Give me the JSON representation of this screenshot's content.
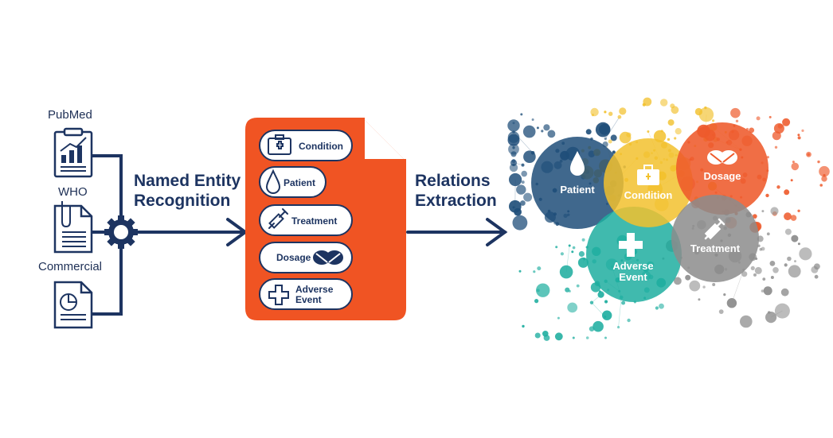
{
  "sources": [
    {
      "label": "PubMed",
      "icon": "report-chart-icon"
    },
    {
      "label": "WHO",
      "icon": "document-clip-icon"
    },
    {
      "label": "Commercial",
      "icon": "pie-report-icon"
    }
  ],
  "steps": {
    "ner": {
      "line1": "Named Entity",
      "line2": "Recognition"
    },
    "relations": {
      "line1": "Relations",
      "line2": "Extraction"
    }
  },
  "document_entities": [
    {
      "label": "Condition",
      "icon": "medical-kit-icon"
    },
    {
      "label": "Patient",
      "icon": "drop-icon"
    },
    {
      "label": "Treatment",
      "icon": "syringe-icon"
    },
    {
      "label": "Dosage",
      "icon": "pills-icon"
    },
    {
      "label": "Adverse Event",
      "line1": "Adverse",
      "line2": "Event",
      "icon": "plus-icon"
    }
  ],
  "network_clusters": [
    {
      "label": "Patient",
      "icon": "drop-icon",
      "color": "#1f4e79"
    },
    {
      "label": "Condition",
      "icon": "medical-kit-icon",
      "color": "#f2c12e"
    },
    {
      "label": "Dosage",
      "icon": "pills-icon",
      "color": "#ee5a2b"
    },
    {
      "label": "Treatment",
      "icon": "syringe-icon",
      "color": "#8c8c8c"
    },
    {
      "label": "Adverse Event",
      "line1": "Adverse",
      "line2": "Event",
      "icon": "plus-icon",
      "color": "#1faea0"
    }
  ],
  "colors": {
    "navy": "#1d3461",
    "document_orange": "#f05423",
    "patient_blue": "#1f4e79",
    "condition_yellow": "#f2c12e",
    "dosage_orange": "#ee5a2b",
    "treatment_gray": "#8c8c8c",
    "adverse_teal": "#1faea0"
  }
}
